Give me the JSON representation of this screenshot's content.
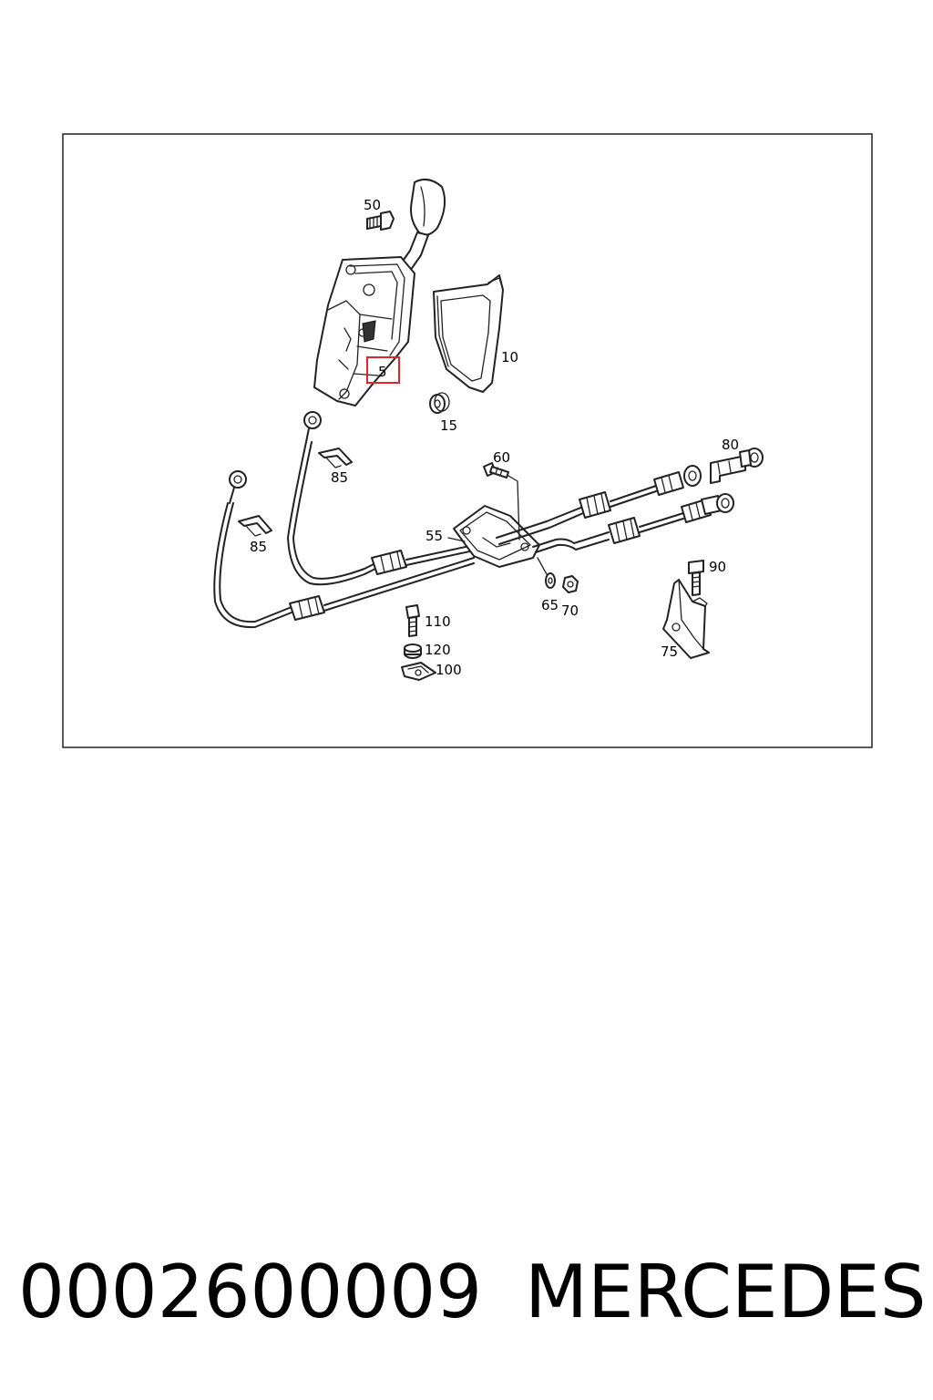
{
  "diagram": {
    "labels": {
      "p5": "5",
      "p10": "10",
      "p15": "15",
      "p50": "50",
      "p55": "55",
      "p60": "60",
      "p65": "65",
      "p70": "70",
      "p75": "75",
      "p80": "80",
      "p85a": "85",
      "p85b": "85",
      "p90": "90",
      "p100": "100",
      "p110": "110",
      "p120": "120"
    },
    "highlight_color": "#e0262b"
  },
  "footer": {
    "part_number": "0002600009",
    "brand": "MERCEDES"
  }
}
